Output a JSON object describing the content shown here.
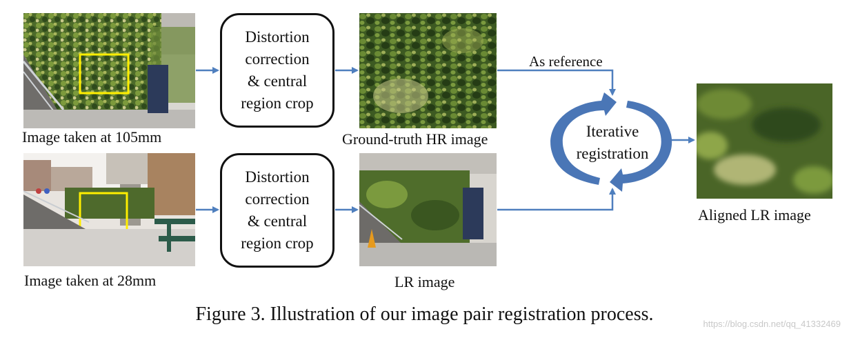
{
  "labels": {
    "tele_photo": "Image taken at 105mm",
    "wide_photo": "Image taken at 28mm",
    "hr_image": "Ground-truth HR image",
    "lr_image": "LR image",
    "aligned_image": "Aligned LR image",
    "reference": "As reference"
  },
  "process_box": {
    "top_lines": [
      "Distortion",
      "correction",
      "& central",
      "region crop"
    ],
    "bottom_lines": [
      "Distortion",
      "correction",
      "& central",
      "region crop"
    ]
  },
  "registration": {
    "line1": "Iterative",
    "line2": "registration"
  },
  "caption": "Figure 3. Illustration of our image pair registration process.",
  "watermark": "https://blog.csdn.net/qq_41332469",
  "colors": {
    "arrow": "#4f7fbe",
    "cycle": "#4a76b6",
    "highlight_box": "#ffee00",
    "foliage_dark": "#2f4a1c",
    "foliage_mid": "#5c7a30",
    "foliage_light": "#c9c98a"
  }
}
